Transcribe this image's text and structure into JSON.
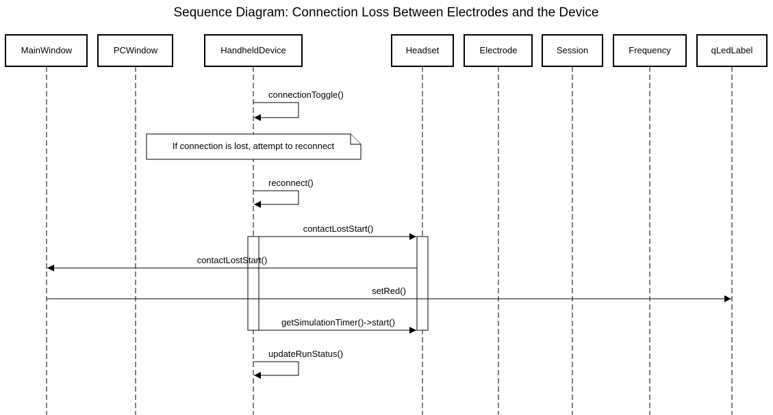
{
  "title": "Sequence Diagram: Connection Loss Between Electrodes and the Device",
  "participants": {
    "main_window": "MainWindow",
    "pc_window": "PCWindow",
    "handheld_device": "HandheldDevice",
    "headset": "Headset",
    "electrode": "Electrode",
    "session": "Session",
    "frequency": "Frequency",
    "qled_label": "qLedLabel"
  },
  "messages": {
    "connection_toggle": "connectionToggle()",
    "reconnect": "reconnect()",
    "contact_lost_start_to_headset": "contactLostStart()",
    "contact_lost_start_to_main": "contactLostStart()",
    "set_red": "setRed()",
    "get_simulation_timer_start": "getSimulationTimer()->start()",
    "update_run_status": "updateRunStatus()"
  },
  "note": {
    "text": "If connection is lost, attempt to reconnect"
  }
}
